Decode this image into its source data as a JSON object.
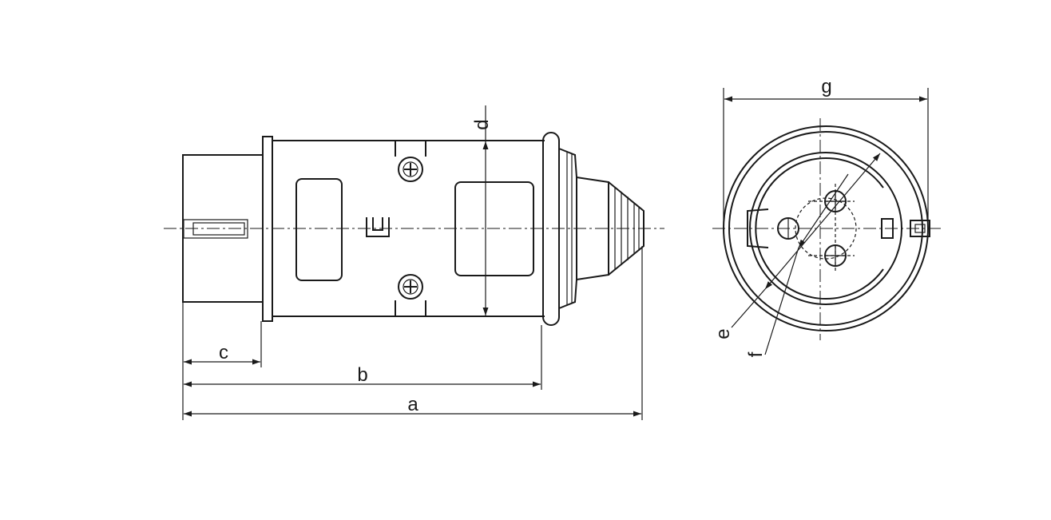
{
  "side_view": {
    "dimensions": {
      "a": "a",
      "b": "b",
      "c": "c",
      "d": "d"
    }
  },
  "front_view": {
    "dimensions": {
      "e": "e",
      "f": "f",
      "g": "g"
    }
  }
}
